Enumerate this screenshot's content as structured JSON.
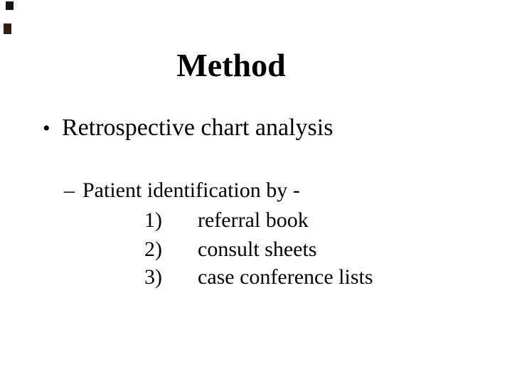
{
  "slide": {
    "title": "Method",
    "bullet": {
      "marker": "•",
      "text": "Retrospective chart analysis"
    },
    "sub_bullet": {
      "marker": "–",
      "text": "Patient identification by -"
    },
    "numbered_items": [
      {
        "num": "1)",
        "text": "referral book"
      },
      {
        "num": "2)",
        "text": "consult sheets"
      },
      {
        "num": "3)",
        "text": "case conference lists"
      }
    ],
    "colors": {
      "background": "#ffffff",
      "text": "#000000",
      "artifact_top": "#151313",
      "artifact_bottom": "#371c14"
    }
  }
}
